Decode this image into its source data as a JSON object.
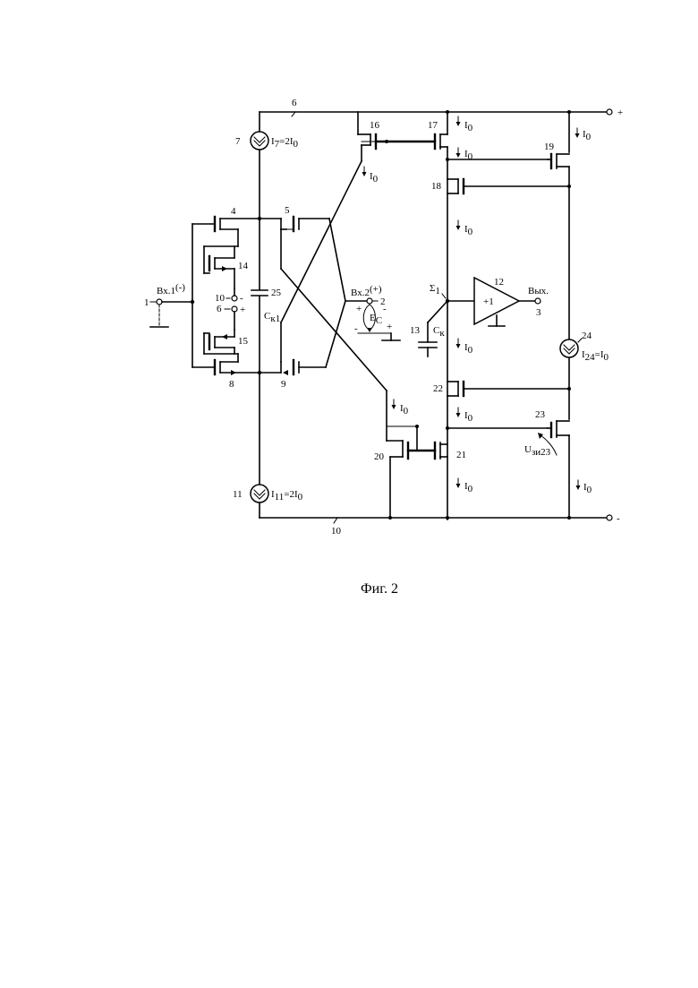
{
  "rails": {
    "plus": "+",
    "minus": "-"
  },
  "nodes": {
    "n6": "6",
    "n10": "10"
  },
  "inputs": {
    "in1_label": "Вх.1",
    "in1_sup": "(-)",
    "in1_num": "1",
    "in2_label": "Вх.2",
    "in2_sup": "(+)",
    "in2_num": "2",
    "out_label": "Вых.",
    "out_num": "3"
  },
  "sources": {
    "s7": {
      "num": "7",
      "label": "I",
      "sub": "7",
      "value": "=2I",
      "value_sub": "0"
    },
    "s11": {
      "num": "11",
      "label": "I",
      "sub": "11",
      "value": "=2I",
      "value_sub": "0"
    },
    "s24": {
      "num": "24",
      "label": "I",
      "sub": "24",
      "value": "=I",
      "value_sub": "0"
    }
  },
  "transistors": [
    "4",
    "5",
    "8",
    "9",
    "14",
    "15",
    "16",
    "17",
    "18",
    "19",
    "20",
    "21",
    "22",
    "23"
  ],
  "aux_terminals": {
    "t10": "10",
    "t10_sign": "-",
    "t6": "6",
    "t6_sign": "+"
  },
  "capacitors": {
    "c25": {
      "num": "25",
      "label": "C",
      "sub": "к1"
    },
    "c13": {
      "num": "13",
      "label": "C",
      "sub": "к"
    }
  },
  "amplifier": {
    "num": "12",
    "gain": "+1"
  },
  "sum_node": {
    "label": "Σ",
    "sub": "1"
  },
  "source_ec": {
    "label": "E",
    "sub": "С",
    "plus_left": "+",
    "minus_right": "-",
    "minus_left": "-",
    "plus_right": "+"
  },
  "currents": {
    "i0": "I",
    "i0_sub": "0",
    "u_label": "U",
    "u_sub": "зи23"
  },
  "caption": "Фиг. 2"
}
